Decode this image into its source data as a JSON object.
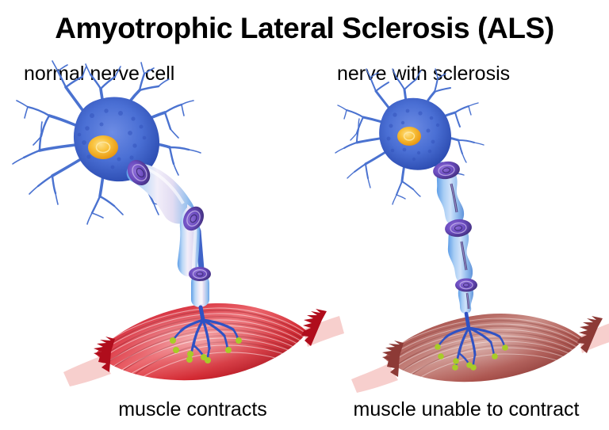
{
  "title": "Amyotrophic Lateral Sclerosis (ALS)",
  "panels": [
    {
      "id": "normal",
      "top_label": "normal nerve cell",
      "bottom_label": "muscle contracts",
      "soma_icon": "neuron-soma-icon",
      "nucleus_icon": "nucleus-icon",
      "axon_icon": "myelinated-axon-icon",
      "muscle_icon": "contracted-muscle-icon",
      "endplate_icon": "motor-endplate-icon"
    },
    {
      "id": "sclerosis",
      "top_label": "nerve with sclerosis",
      "bottom_label": "muscle unable to contract",
      "soma_icon": "atrophied-neuron-soma-icon",
      "nucleus_icon": "nucleus-icon",
      "axon_icon": "degenerated-axon-icon",
      "muscle_icon": "atrophied-muscle-icon",
      "endplate_icon": "motor-endplate-icon"
    }
  ],
  "colors": {
    "background": "#ffffff",
    "title_text": "#1a1a1a",
    "label_text": "#1a1a1a",
    "soma_blue": "#4a6fd4",
    "soma_blue_dark": "#2b4bb0",
    "dendrite_blue": "#4a72d0",
    "nucleus_orange": "#f5a623",
    "nucleus_core": "#fcd34a",
    "myelin_light": "#e6e2f5",
    "myelin_blue": "#7fb4ee",
    "node_purple": "#6b4bbf",
    "axon_core_blue": "#3f63c8",
    "muscle_red": "#cc1122",
    "muscle_red_dark": "#9e0d1a",
    "muscle_red_light": "#ef8f92",
    "muscle_atrophy": "#b05a52",
    "muscle_atrophy_dark": "#8d3a36",
    "muscle_atrophy_light": "#c98b84",
    "tendon_pink": "#f7cfcd",
    "endplate_green": "#a8cc28"
  }
}
